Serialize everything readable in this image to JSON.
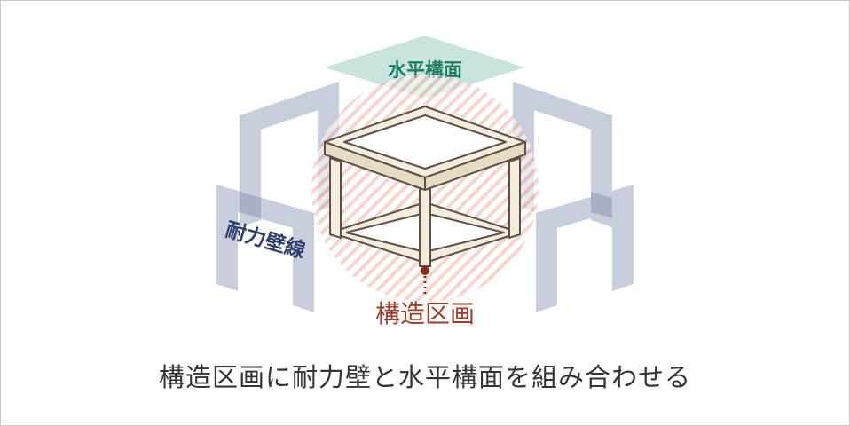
{
  "labels": {
    "horizontal_plane": "水平構面",
    "bearing_wall_line": "耐力壁線",
    "structural_block": "構造区画"
  },
  "caption": "構造区画に耐力壁と水平構面を組み合わせる",
  "colors": {
    "plane_fill": "#c8e4dd",
    "plane_text": "#1f7a66",
    "wall_fill": "#c9cedc",
    "wall_overlap": "#a9afc6",
    "wall_text": "#2f3e6e",
    "frame_face": "#f4eddc",
    "frame_shade": "#e6dcc4",
    "frame_stroke": "#5b5148",
    "hatch": "#f2b3a2",
    "block_text": "#a23a24",
    "marker": "#8c2a1a"
  }
}
